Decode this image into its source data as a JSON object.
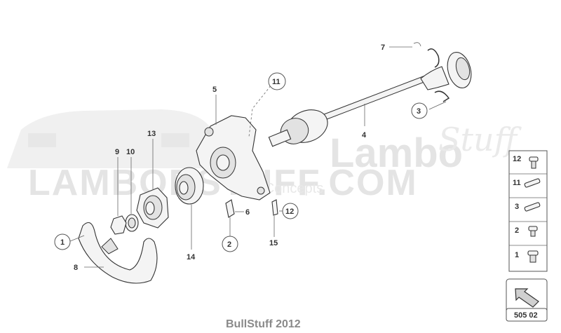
{
  "watermark": {
    "brand_main": "LAMBORSTUFF.COM",
    "brand_logo": "Lambo",
    "brand_script": "Stuff",
    "tagline": "Auto Concepts"
  },
  "callouts": {
    "c1": "1",
    "c2": "2",
    "c3": "3",
    "c4": "4",
    "c5": "5",
    "c6": "6",
    "c7": "7",
    "c8": "8",
    "c9": "9",
    "c10": "10",
    "c11": "11",
    "c12": "12",
    "c13": "13",
    "c14": "14",
    "c15": "15"
  },
  "legend": {
    "items": [
      "12",
      "11",
      "3",
      "2",
      "1"
    ]
  },
  "page_ref": "505 02",
  "footer": "BullStuff 2012"
}
